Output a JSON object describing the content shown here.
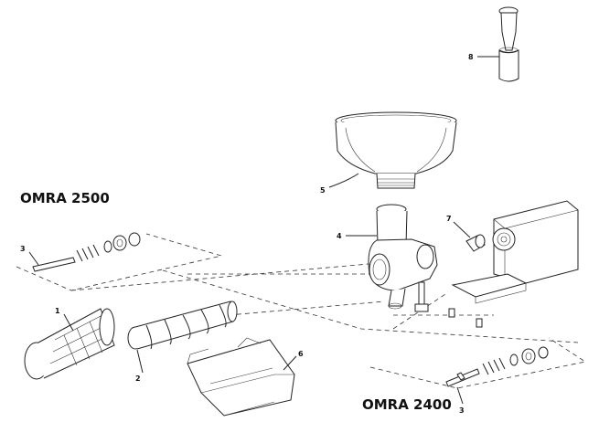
{
  "models": {
    "top": "OMRA 2500",
    "bottom": "OMRA 2400"
  },
  "callouts": {
    "p1": "1",
    "p2": "2",
    "p3a": "3",
    "p3b": "3",
    "p4": "4",
    "p5": "5",
    "p6": "6",
    "p7": "7",
    "p8": "8"
  }
}
